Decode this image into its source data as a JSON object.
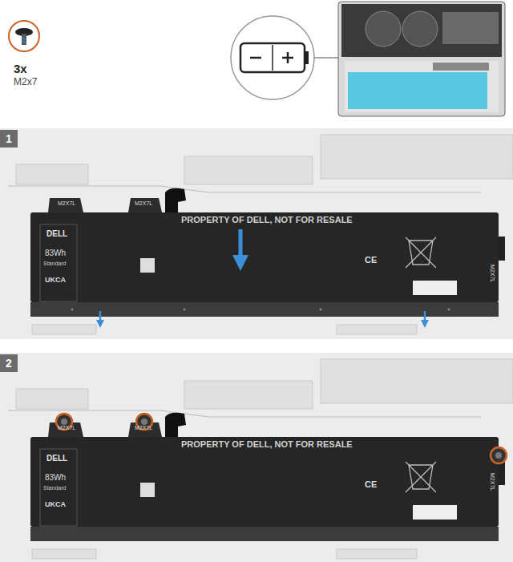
{
  "diagram": {
    "nodes": [
      {
        "text": [
          "1"
        ]
      },
      {
        "text": [
          "2"
        ]
      }
    ],
    "labels": [
      "3x",
      "M2x7",
      "M2X7L",
      "M2X7L",
      "PROPERTY OF DELL, NOT FOR RESALE",
      "DELL",
      "83Wh",
      "Standard",
      "UKCA",
      "CE",
      "M2X7L",
      "M2X7L",
      "M2X7L",
      "PROPERTY OF DELL, NOT FOR RESALE",
      "DELL",
      "83Wh",
      "Standard",
      "UKCA",
      "CE",
      "M2X7L"
    ]
  }
}
